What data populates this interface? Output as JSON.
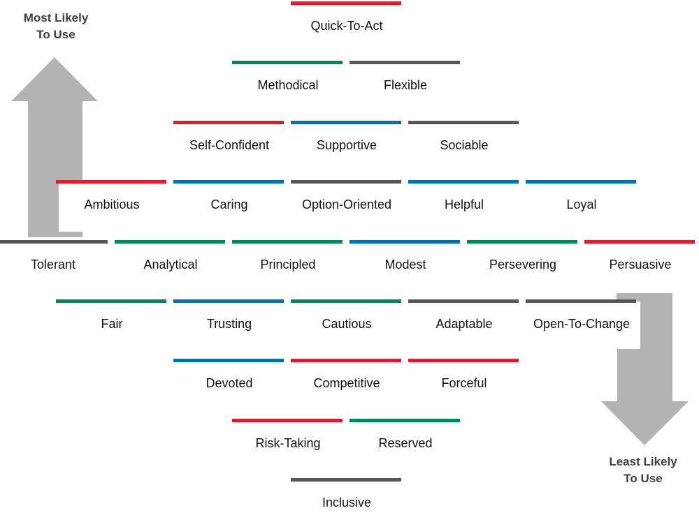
{
  "colors": {
    "red": "#e11b2f",
    "green": "#00875a",
    "blue": "#0071b2",
    "gray": "#575757",
    "arrow": "#b3b3b3"
  },
  "labels": {
    "most_line1": "Most Likely",
    "most_line2": "To Use",
    "least_line1": "Least Likely",
    "least_line2": "To Use"
  },
  "rows": [
    [
      {
        "label": "Quick-To-Act",
        "color": "red"
      }
    ],
    [
      {
        "label": "Methodical",
        "color": "green"
      },
      {
        "label": "Flexible",
        "color": "gray"
      }
    ],
    [
      {
        "label": "Self-Confident",
        "color": "red"
      },
      {
        "label": "Supportive",
        "color": "blue"
      },
      {
        "label": "Sociable",
        "color": "gray"
      }
    ],
    [
      {
        "label": "Ambitious",
        "color": "red"
      },
      {
        "label": "Caring",
        "color": "blue"
      },
      {
        "label": "Option-Oriented",
        "color": "gray"
      },
      {
        "label": "Helpful",
        "color": "blue"
      },
      {
        "label": "Loyal",
        "color": "blue"
      }
    ],
    [
      {
        "label": "Tolerant",
        "color": "gray"
      },
      {
        "label": "Analytical",
        "color": "green"
      },
      {
        "label": "Principled",
        "color": "green"
      },
      {
        "label": "Modest",
        "color": "blue"
      },
      {
        "label": "Persevering",
        "color": "green"
      },
      {
        "label": "Persuasive",
        "color": "red"
      }
    ],
    [
      {
        "label": "Fair",
        "color": "green"
      },
      {
        "label": "Trusting",
        "color": "blue"
      },
      {
        "label": "Cautious",
        "color": "green"
      },
      {
        "label": "Adaptable",
        "color": "gray"
      },
      {
        "label": "Open-To-Change",
        "color": "gray"
      }
    ],
    [
      {
        "label": "Devoted",
        "color": "blue"
      },
      {
        "label": "Competitive",
        "color": "red"
      },
      {
        "label": "Forceful",
        "color": "red"
      }
    ],
    [
      {
        "label": "Risk-Taking",
        "color": "red"
      },
      {
        "label": "Reserved",
        "color": "green"
      }
    ],
    [
      {
        "label": "Inclusive",
        "color": "gray"
      }
    ]
  ]
}
